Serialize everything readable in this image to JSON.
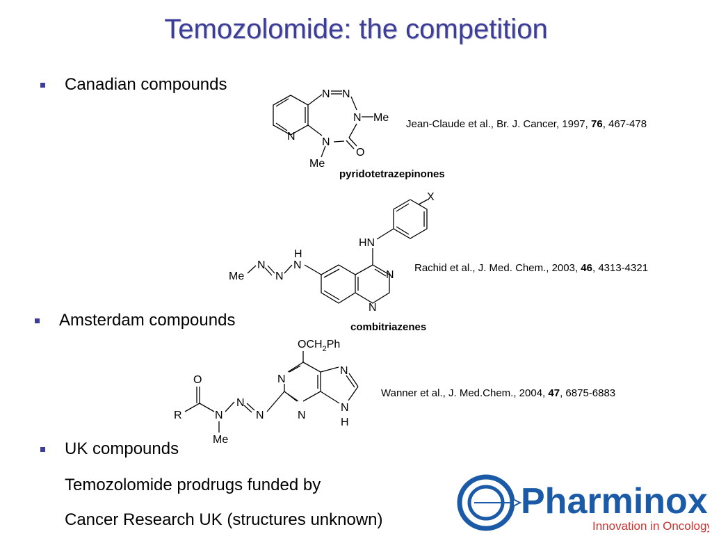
{
  "slide": {
    "title": "Temozolomide: the competition"
  },
  "sections": [
    {
      "label": "Canadian compounds"
    },
    {
      "label": "Amsterdam compounds"
    },
    {
      "label": "UK compounds",
      "lines": [
        "Temozolomide prodrugs funded by",
        "Cancer Research UK (structures unknown)"
      ]
    }
  ],
  "compounds": [
    {
      "name": "pyridotetrazepinones",
      "ref_prefix": "Jean-Claude et al., Br. J. Cancer, 1997, ",
      "ref_volume": "76",
      "ref_suffix": ", 467-478",
      "atoms": {
        "n1": "N",
        "n2": "N",
        "n3": "N",
        "me3": "Me",
        "n_pyr": "N",
        "n4": "N",
        "o": "O",
        "me4": "Me"
      }
    },
    {
      "name": "combitriazenes",
      "ref_prefix": "Rachid et al., J. Med. Chem., 2003, ",
      "ref_volume": "46",
      "ref_suffix": ", 4313-4321",
      "atoms": {
        "x": "X",
        "hn": "HN",
        "h": "H",
        "nh": "N",
        "me": "Me",
        "n_a": "N",
        "n_b": "N",
        "n_q1": "N",
        "n_q2": "N"
      }
    },
    {
      "name": "",
      "ref_prefix": "Wanner et al., J. Med.Chem., 2004, ",
      "ref_volume": "47",
      "ref_suffix": ", 6875-6883",
      "atoms": {
        "och2ph_pre": "OCH",
        "sub2": "2",
        "och2ph_post": "Ph",
        "o": "O",
        "r": "R",
        "n_amide": "N",
        "me": "Me",
        "n_a": "N",
        "n_b": "N",
        "n_p1": "N",
        "n_p3": "N",
        "n_i7": "N",
        "n_i9": "N",
        "h9": "H"
      }
    }
  ],
  "logo": {
    "name": "Pharminox",
    "tagline": "Innovation in Oncology",
    "colors": {
      "primary": "#1a5aa6",
      "tagline": "#c8322f"
    }
  },
  "colors": {
    "title": "#3b3d99",
    "bullet": "#3b3d99",
    "text": "#000000"
  }
}
